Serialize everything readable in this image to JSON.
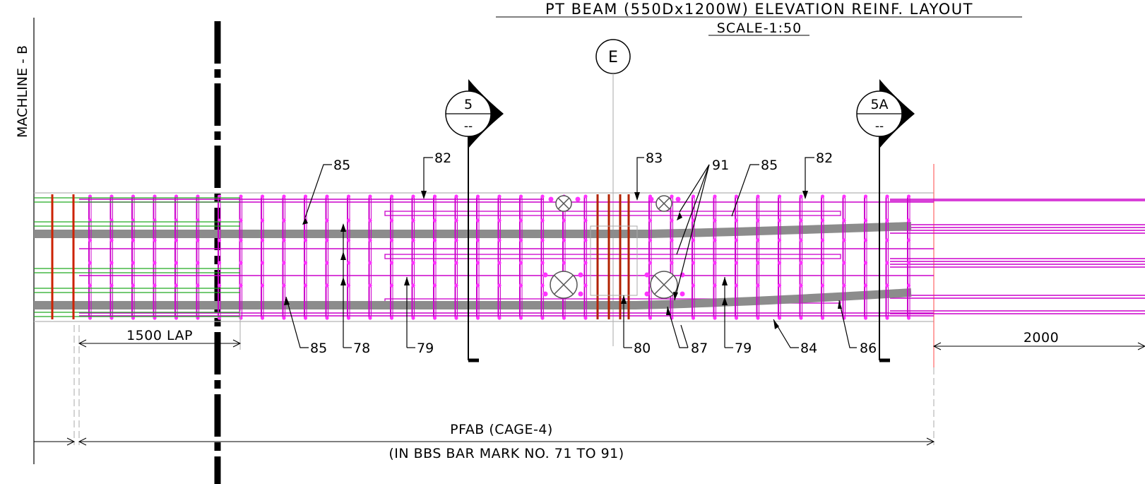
{
  "title": {
    "main": "PT BEAM (550Dx1200W) ELEVATION REINF. LAYOUT",
    "scale": "SCALE-1:50"
  },
  "machline": "MACHLINE - B",
  "grid_bubble": "E",
  "sections": [
    {
      "number": "5",
      "sheet": "--"
    },
    {
      "number": "5A",
      "sheet": "--"
    }
  ],
  "bar_marks": {
    "top": [
      "85",
      "82",
      "83",
      "91",
      "85",
      "82"
    ],
    "bottom": [
      "85",
      "78",
      "79",
      "80",
      "87",
      "79",
      "84",
      "86"
    ]
  },
  "dimensions": {
    "lap": "1500 LAP",
    "extension": "2000"
  },
  "prefab": {
    "line1": "PFAB (CAGE-4)",
    "line2": "(IN BBS BAR MARK NO. 71 TO 91)"
  },
  "colors": {
    "stirrups": "#cc00cc",
    "stirrup_ends": "#ff33ff",
    "tendon": "#8c8c8c",
    "lap_bars_green": "#22aa22",
    "lap_bars_red": "#cc2200",
    "sleeve_red": "#b22200",
    "concrete_outline": "#b4b4b4",
    "section_mark": "#000000"
  }
}
